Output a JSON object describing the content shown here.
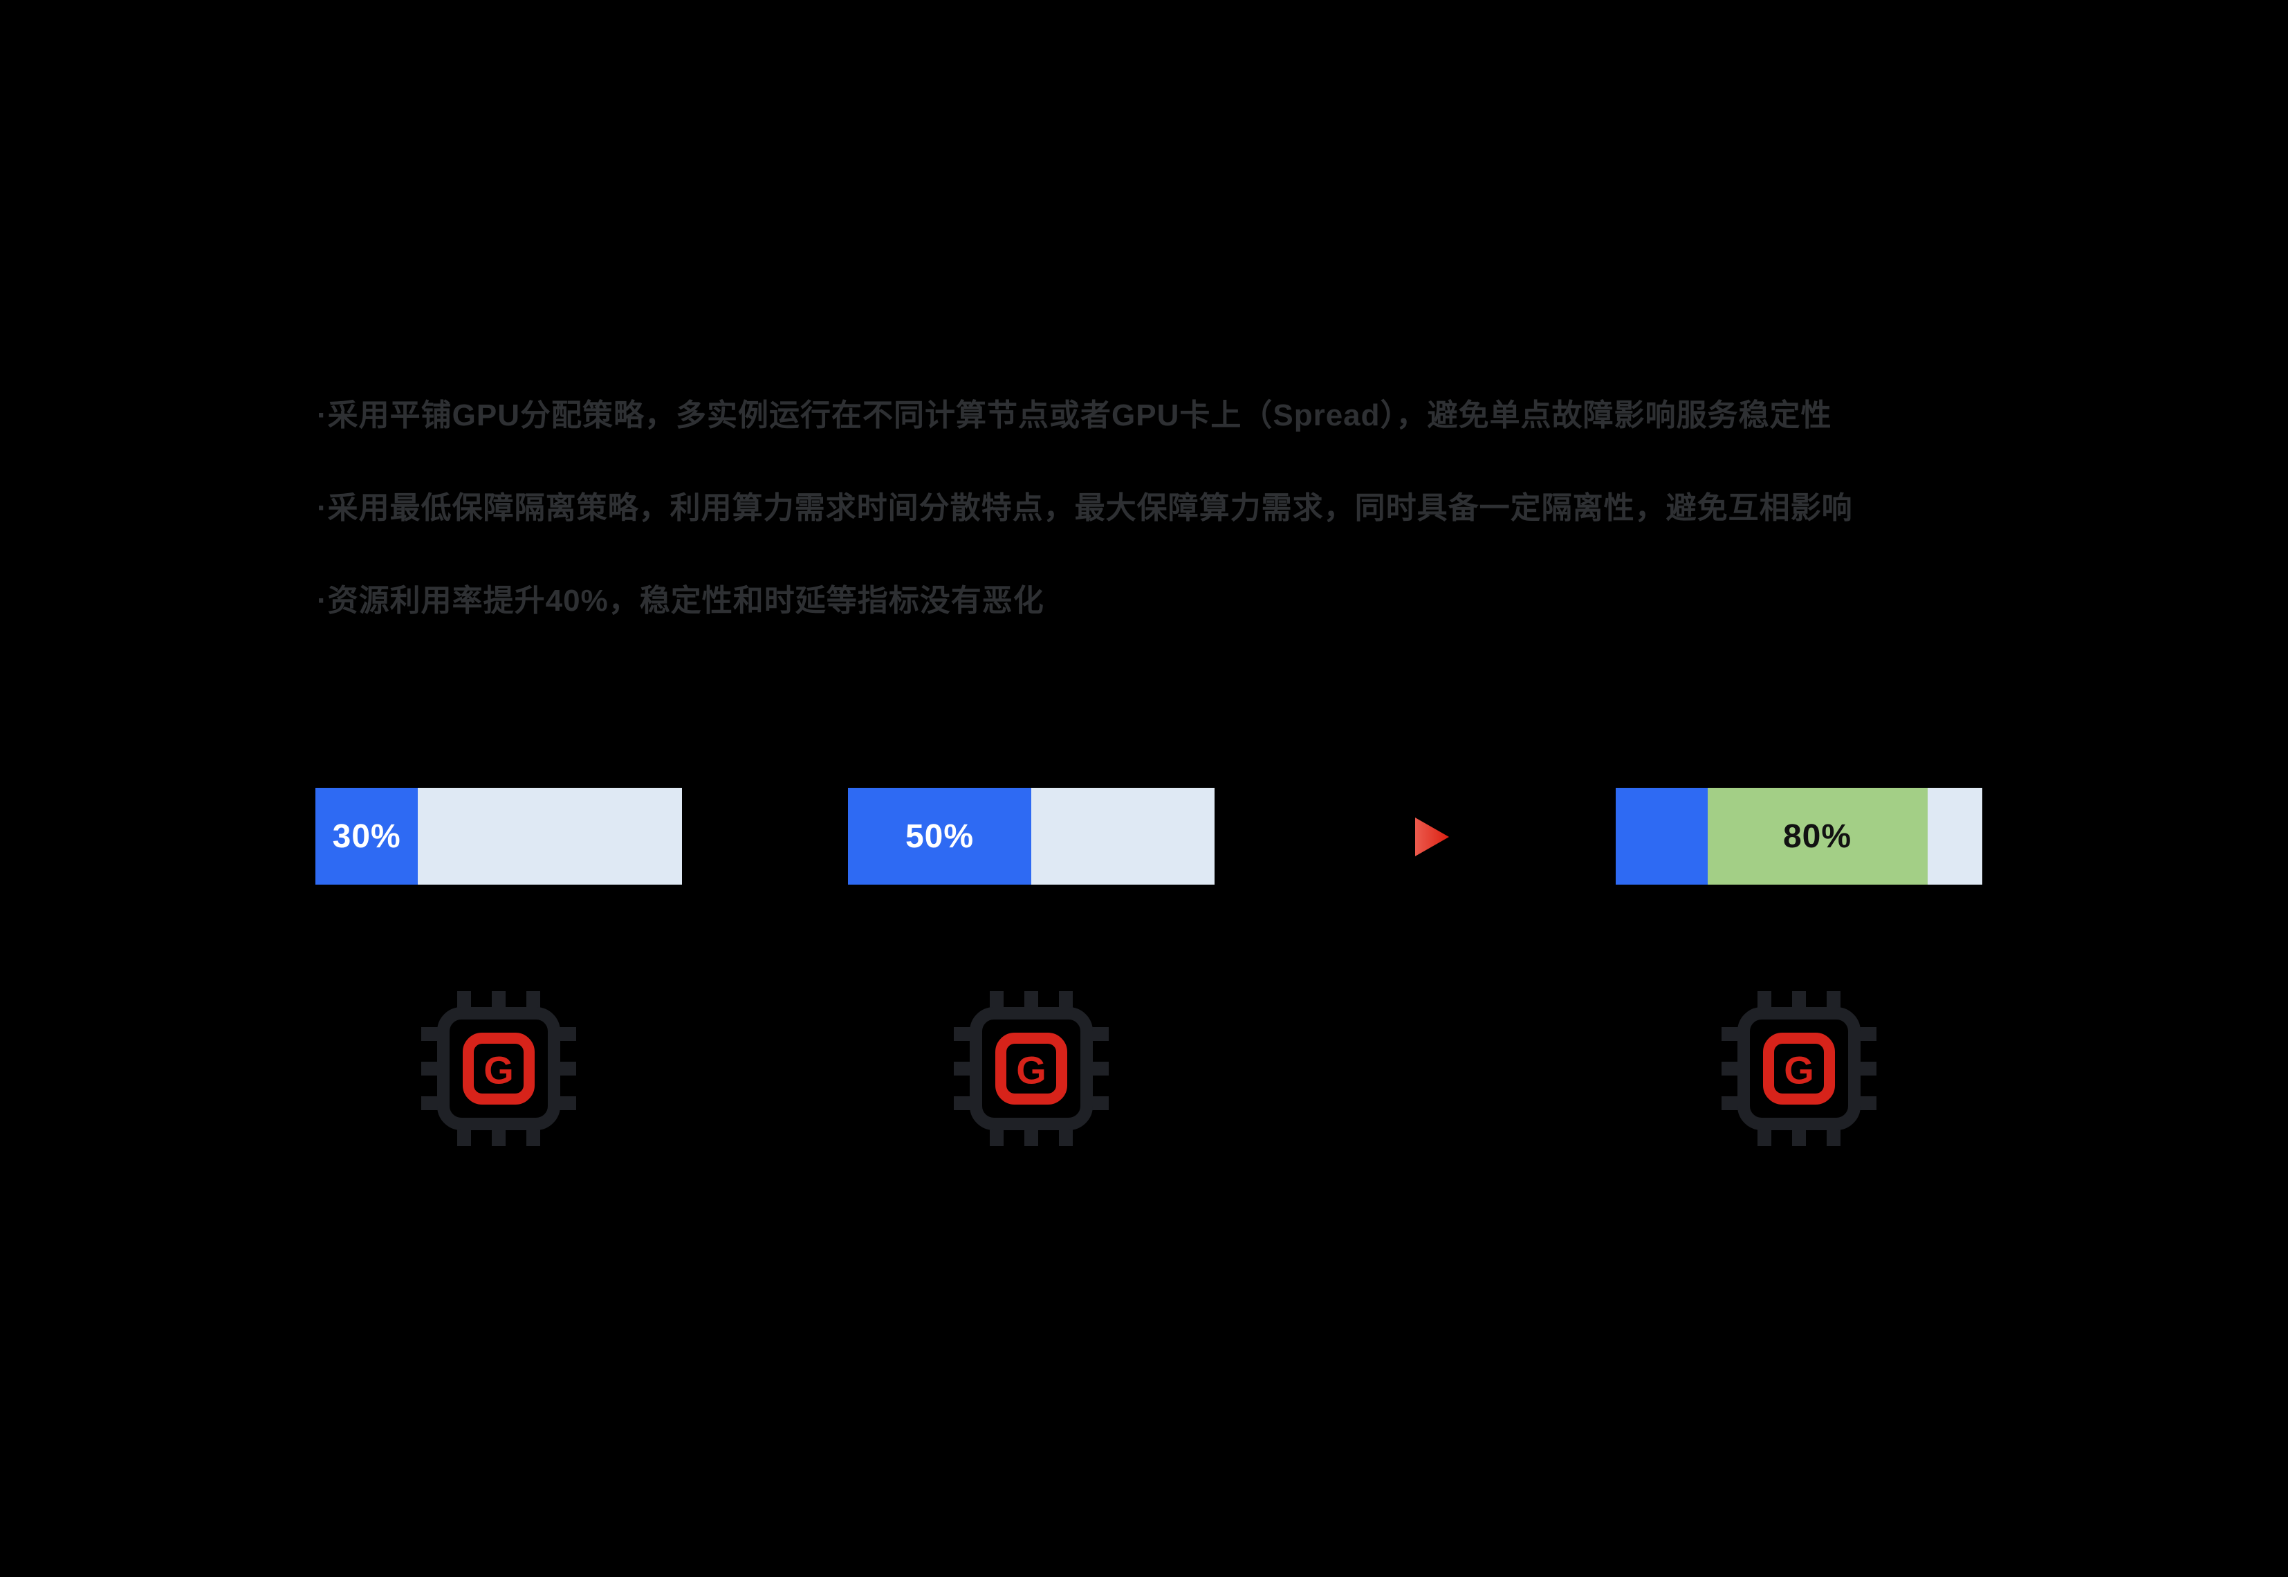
{
  "slide": {
    "background": "#000000",
    "text_color": "#2e3033",
    "bullets": [
      "·采用平铺GPU分配策略，多实例运行在不同计算节点或者GPU卡上（Spread），避免单点故障影响服务稳定性",
      "·采用最低保障隔离策略，利用算力需求时间分散特点，最大保障算力需求，同时具备一定隔离性，避免互相影响",
      "·资源利用率提升40%，稳定性和时延等指标没有恶化"
    ]
  },
  "chart_data": {
    "type": "bar",
    "title": "",
    "orientation": "horizontal-stacked",
    "bars": [
      {
        "name": "utilization-before-1",
        "value_label": "30%",
        "segments": [
          {
            "name": "used",
            "pct": 28,
            "color": "#2e6af3",
            "label": "30%",
            "label_color": "#ffffff"
          },
          {
            "name": "free",
            "pct": 72,
            "color": "#dfe9f4"
          }
        ]
      },
      {
        "name": "utilization-before-2",
        "value_label": "50%",
        "segments": [
          {
            "name": "used",
            "pct": 50,
            "color": "#2e6af3",
            "label": "50%",
            "label_color": "#ffffff"
          },
          {
            "name": "free",
            "pct": 50,
            "color": "#dfe9f4"
          }
        ]
      },
      {
        "name": "utilization-after",
        "value_label": "80%",
        "segments": [
          {
            "name": "base-used",
            "pct": 25,
            "color": "#2e6af3"
          },
          {
            "name": "gained",
            "pct": 60,
            "color": "#a3cf86",
            "label": "80%",
            "label_color": "#121212"
          },
          {
            "name": "free",
            "pct": 15,
            "color": "#dfe9f4"
          }
        ]
      }
    ]
  },
  "arrow": {
    "direction": "right",
    "gradient_from": "#ffffff",
    "gradient_mid": "#f7c8c3",
    "gradient_to": "#e65143",
    "head_from": "#ec5b4e",
    "head_to": "#dc2012"
  },
  "chip": {
    "letter": "G",
    "body_color": "#1f2126",
    "accent_color": "#d7231a"
  }
}
